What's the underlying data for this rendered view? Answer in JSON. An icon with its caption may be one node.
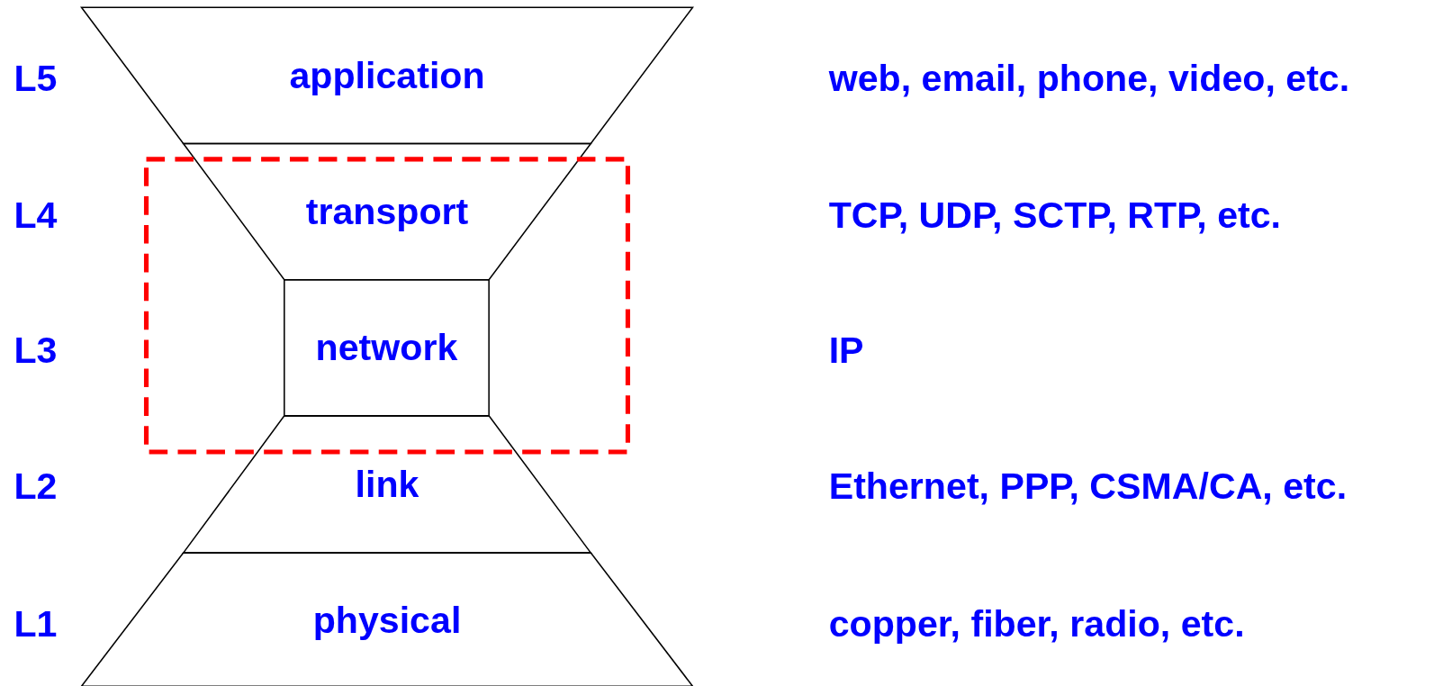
{
  "diagram": {
    "nodes": [
      {
        "text": [
          "application"
        ]
      },
      {
        "text": [
          "transport"
        ]
      },
      {
        "text": [],
        "shape": "box"
      },
      {
        "text": [
          "network"
        ],
        "in": 2
      },
      {
        "text": [
          "link"
        ]
      },
      {
        "text": [
          "physical"
        ]
      }
    ],
    "labels": [
      "L5",
      "web, email, phone, video, etc.",
      "L4",
      "TCP, UDP, SCTP, RTP, etc.",
      "L3",
      "IP",
      "L2",
      "Ethernet, PPP, CSMA/CA, etc.",
      "L1",
      "copper, fiber, radio, etc."
    ]
  }
}
